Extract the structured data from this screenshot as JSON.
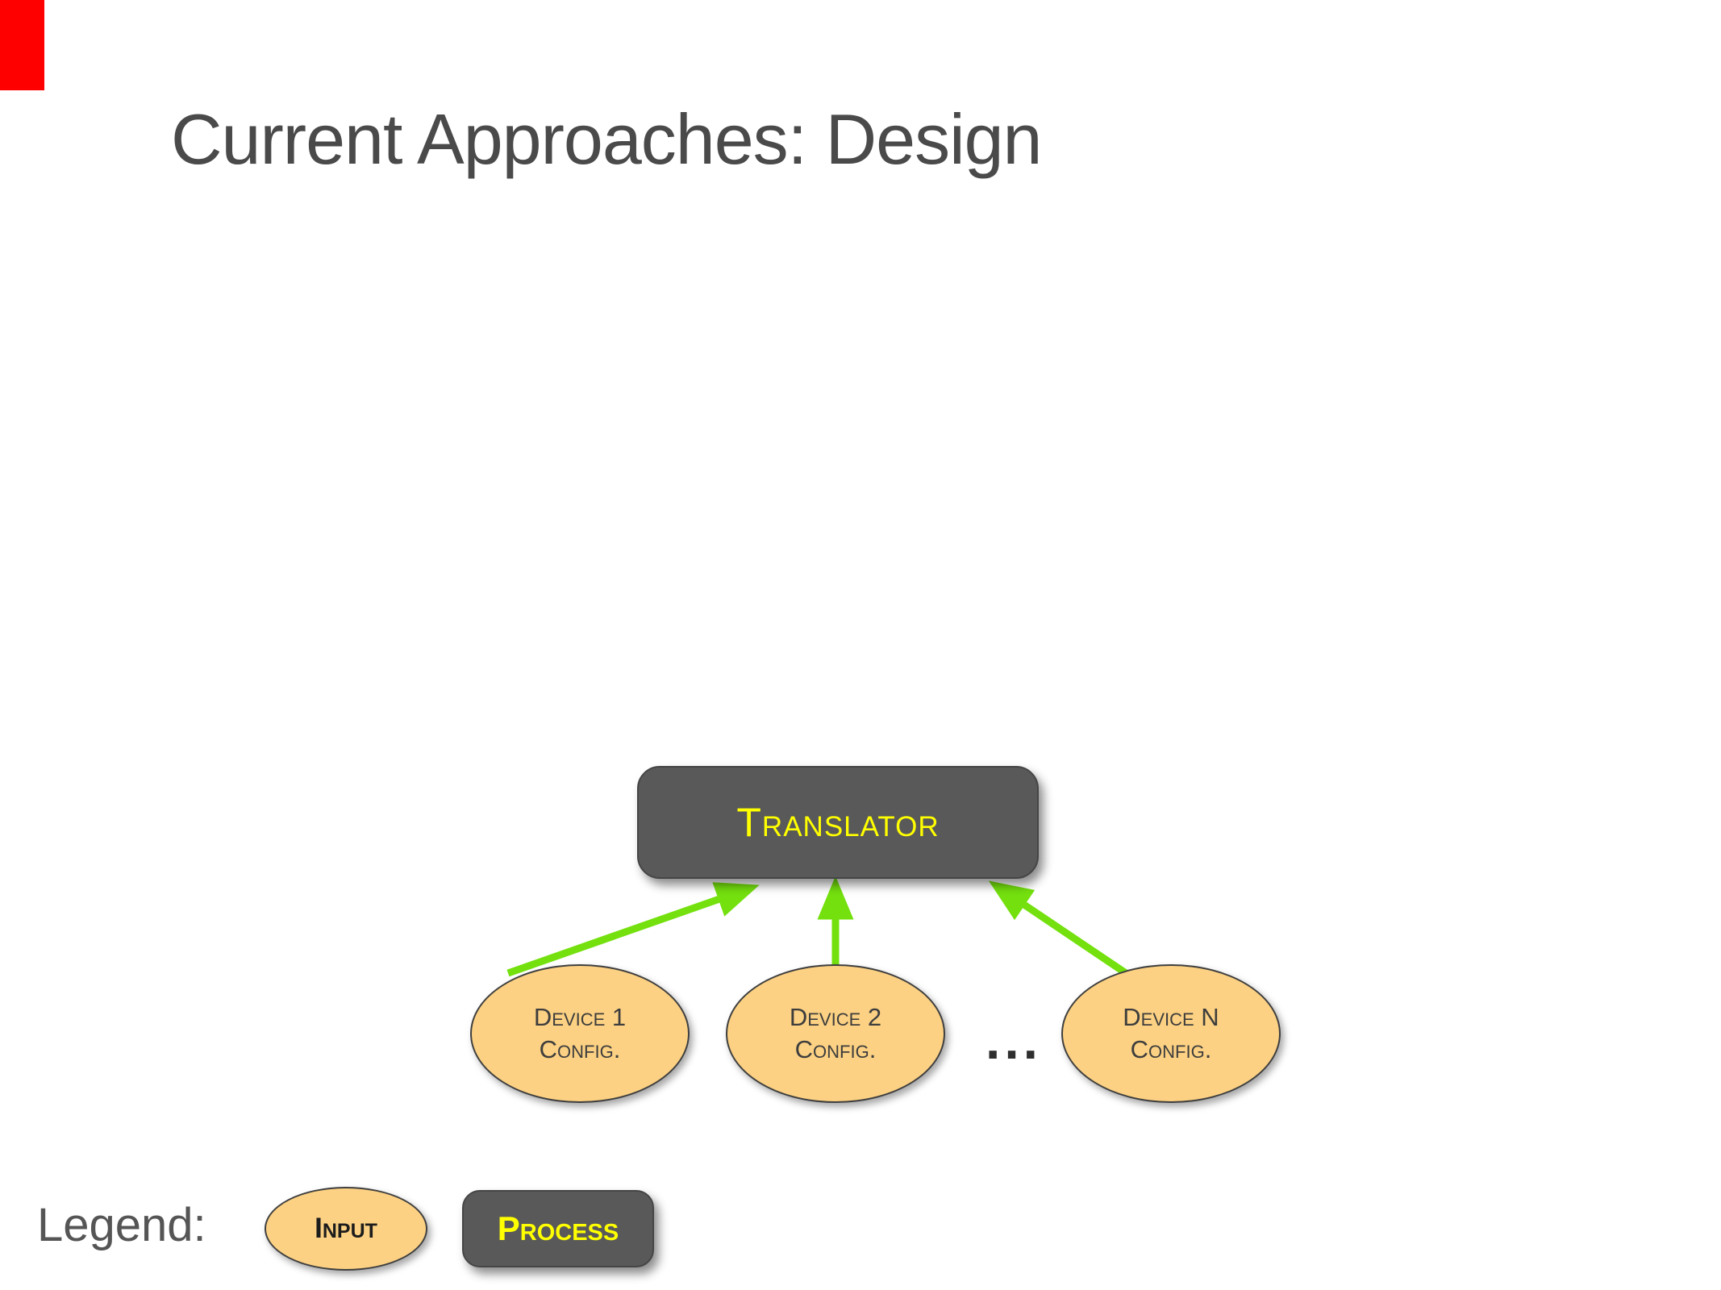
{
  "slide": {
    "title": "Current Approaches: Design"
  },
  "diagram": {
    "translator": {
      "label": "Translator"
    },
    "devices": [
      {
        "line1": "Device 1",
        "line2": "Config."
      },
      {
        "line1": "Device 2",
        "line2": "Config."
      },
      {
        "line1": "Device N",
        "line2": "Config."
      }
    ],
    "ellipsis": "..."
  },
  "legend": {
    "label": "Legend:",
    "input": "Input",
    "process": "Process"
  },
  "colors": {
    "accent_red": "#FE0000",
    "title_gray": "#4A4A4A",
    "process_fill": "#595959",
    "process_label_yellow": "#FFFF00",
    "input_fill": "#FCD183",
    "node_border": "#3F3F3F",
    "arrow_green": "#74E00E"
  }
}
